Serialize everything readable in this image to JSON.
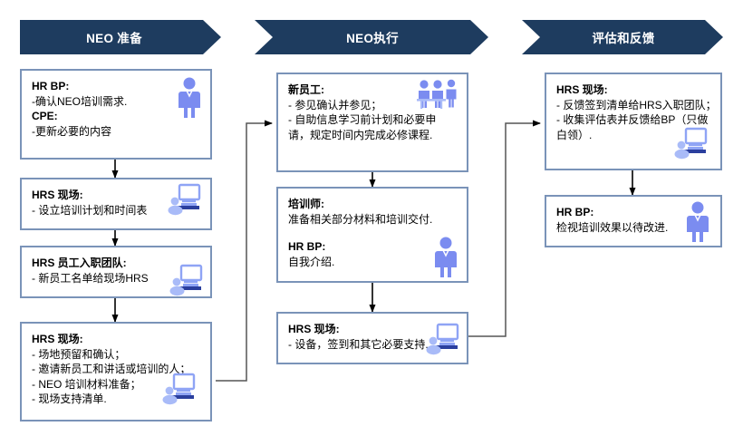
{
  "diagram": {
    "title_phases": [
      "NEO 准备",
      "NEO执行",
      "评估和反馈"
    ],
    "colors": {
      "banner_fill": "#1e3c5f",
      "banner_text": "#ffffff",
      "box_border": "#7a93b8",
      "box_fill": "#ffffff",
      "connector": "#000000",
      "icon_person": "#7b8cf0",
      "icon_monitor": "#8fa4f5",
      "background": "#ffffff"
    }
  },
  "phases": [
    {
      "id": "prep",
      "label": "NEO 准备"
    },
    {
      "id": "exec",
      "label": "NEO执行"
    },
    {
      "id": "eval",
      "label": "评估和反馈"
    }
  ],
  "nodes": {
    "prep1": {
      "role1": "HR BP:",
      "line1": "-确认NEO培训需求.",
      "role2": "CPE:",
      "line2": "-更新必要的内容",
      "icon": "person-icon"
    },
    "prep2": {
      "role1": "HRS 现场:",
      "line1": "- 设立培训计划和时间表",
      "icon": "computer-user-icon"
    },
    "prep3": {
      "role1": "HRS 员工入职团队:",
      "line1": "- 新员工名单给现场HRS",
      "icon": "computer-user-icon"
    },
    "prep4": {
      "role1": "HRS 现场:",
      "line1": "- 场地预留和确认；",
      "line2": "- 邀请新员工和讲话或培训的人；",
      "line3": "- NEO 培训材料准备；",
      "line4": "- 现场支持清单.",
      "icon": "computer-user-icon"
    },
    "exec1": {
      "role1": "新员工:",
      "line1": "- 参见确认并参见；",
      "line2": "- 自助信息学习前计划和必要申请，规定时间内完成必修课程.",
      "icon": "group-people-icon"
    },
    "exec2": {
      "role1": "培训师:",
      "line1": "准备相关部分材料和培训交付.",
      "role2": "HR BP:",
      "line2": "自我介绍.",
      "icon": "person-icon"
    },
    "exec3": {
      "role1": "HRS 现场:",
      "line1": "- 设备，签到和其它必要支持.",
      "icon": "computer-user-icon"
    },
    "eval1": {
      "role1": "HRS 现场:",
      "line1": "- 反馈签到清单给HRS入职团队；",
      "line2": "- 收集评估表并反馈给BP（只做白领）.",
      "icon": "computer-user-icon"
    },
    "eval2": {
      "role1": "HR BP:",
      "line1": "检视培训效果以待改进.",
      "icon": "person-icon"
    }
  },
  "flow": [
    {
      "from": "prep1",
      "to": "prep2",
      "kind": "vertical-arrow"
    },
    {
      "from": "prep2",
      "to": "prep3",
      "kind": "vertical-arrow"
    },
    {
      "from": "prep3",
      "to": "prep4",
      "kind": "vertical-arrow"
    },
    {
      "from": "prep4",
      "to": "exec1",
      "kind": "elbow-arrow"
    },
    {
      "from": "exec1",
      "to": "exec2",
      "kind": "vertical-arrow"
    },
    {
      "from": "exec2",
      "to": "exec3",
      "kind": "vertical-arrow"
    },
    {
      "from": "exec3",
      "to": "eval1",
      "kind": "elbow-arrow"
    },
    {
      "from": "eval1",
      "to": "eval2",
      "kind": "vertical-arrow"
    }
  ]
}
